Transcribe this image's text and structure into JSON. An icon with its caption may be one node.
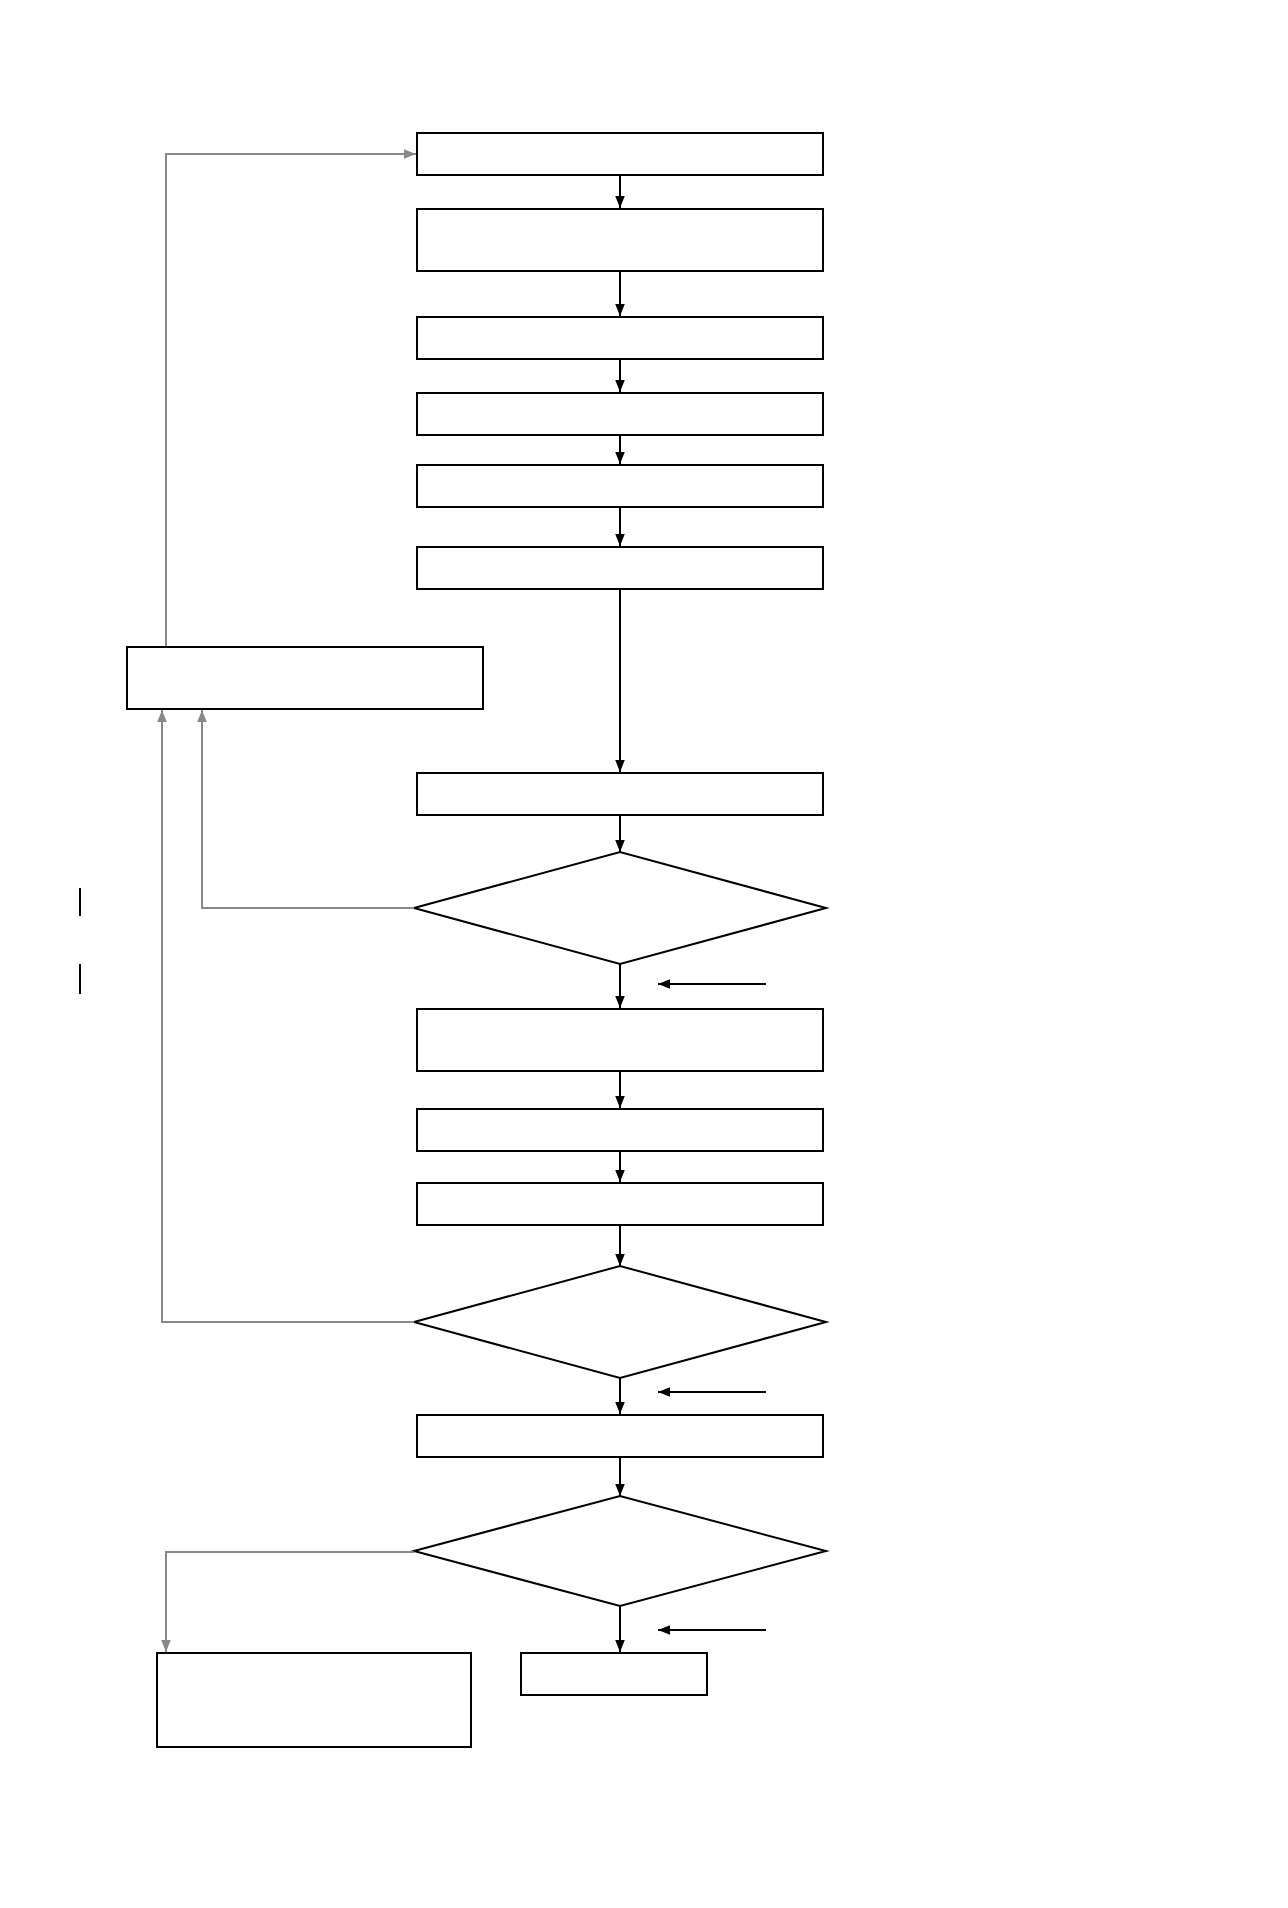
{
  "diagram": {
    "nodes": [
      {
        "text": [],
        "shape": "box"
      },
      {
        "text": [],
        "shape": "box"
      },
      {
        "text": [],
        "shape": "box"
      },
      {
        "text": [],
        "shape": "box"
      },
      {
        "text": [],
        "shape": "box"
      },
      {
        "text": [],
        "shape": "box"
      },
      {
        "text": [],
        "shape": "box"
      },
      {
        "text": [],
        "shape": "box"
      },
      {
        "text": [],
        "shape": "diamond"
      },
      {
        "text": [],
        "shape": "box"
      },
      {
        "text": [],
        "shape": "box"
      },
      {
        "text": [],
        "shape": "box"
      },
      {
        "text": [],
        "shape": "diamond"
      },
      {
        "text": [],
        "shape": "box"
      },
      {
        "text": [],
        "shape": "diamond"
      },
      {
        "text": [],
        "shape": "box"
      },
      {
        "text": [],
        "shape": "box"
      }
    ],
    "edges": [
      {
        "from": 0,
        "to": 1,
        "arrow": "to"
      },
      {
        "from": 1,
        "to": 2,
        "arrow": "to"
      },
      {
        "from": 2,
        "to": 3,
        "arrow": "to"
      },
      {
        "from": 3,
        "to": 4,
        "arrow": "to"
      },
      {
        "from": 4,
        "to": 5,
        "arrow": "to"
      },
      {
        "from": 5,
        "to": 7,
        "arrow": "to"
      },
      {
        "from": 7,
        "to": 8,
        "arrow": "to"
      },
      {
        "from": 8,
        "to": 9,
        "arrow": "to"
      },
      {
        "from": 9,
        "to": 10,
        "arrow": "to"
      },
      {
        "from": 10,
        "to": 11,
        "arrow": "to"
      },
      {
        "from": 11,
        "to": 12,
        "arrow": "to"
      },
      {
        "from": 12,
        "to": 13,
        "arrow": "to"
      },
      {
        "from": 13,
        "to": 14,
        "arrow": "to"
      },
      {
        "from": 14,
        "to": 16,
        "arrow": "to"
      },
      {
        "from": 8,
        "to": 6,
        "arrow": "to",
        "color": "#888888"
      },
      {
        "from": 12,
        "to": 6,
        "arrow": "to",
        "color": "#888888"
      },
      {
        "from": 6,
        "to": 0,
        "arrow": "to",
        "color": "#888888"
      },
      {
        "from": 14,
        "to": 15,
        "arrow": "to",
        "color": "#888888"
      }
    ]
  }
}
